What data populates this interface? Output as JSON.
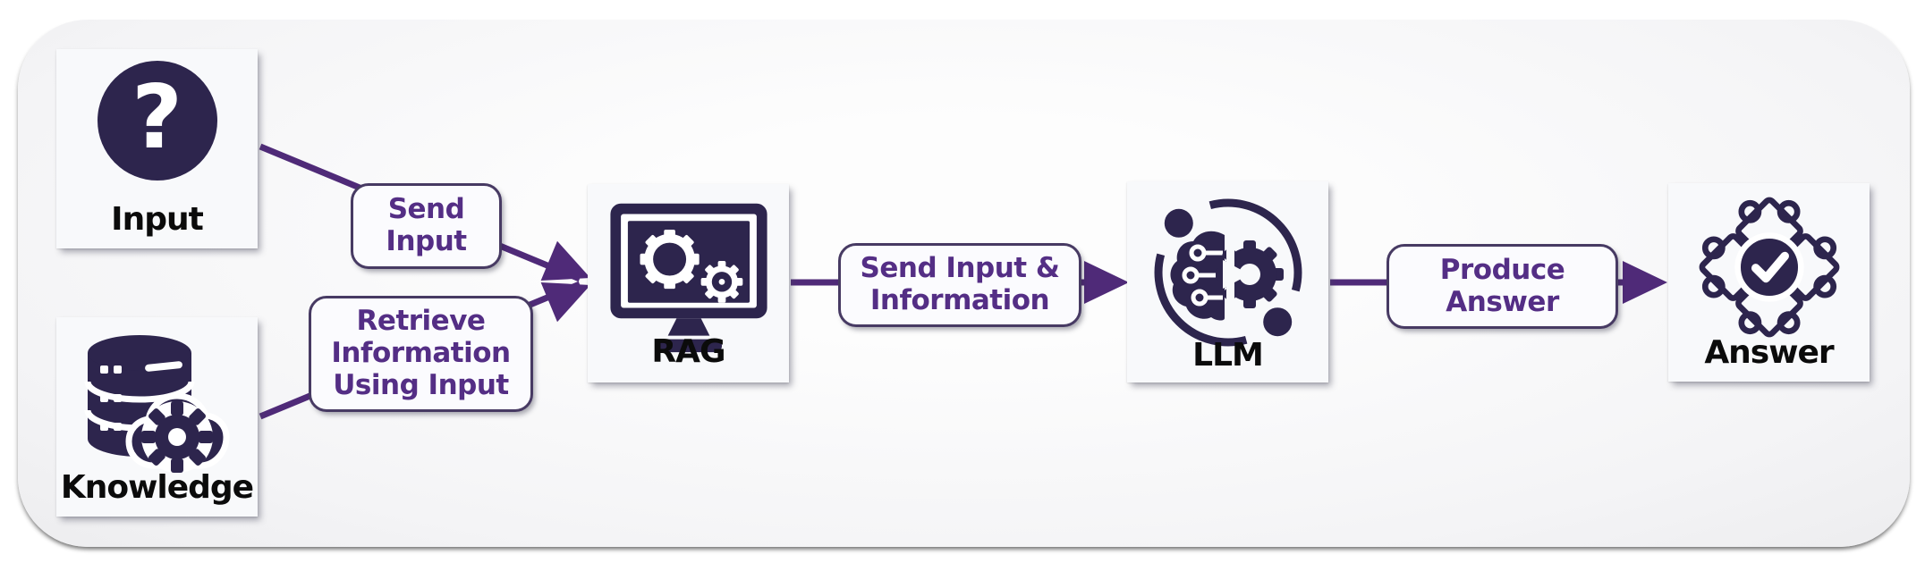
{
  "diagram_title": "RAG pipeline flow",
  "colors": {
    "icon_dark": "#2d254d",
    "arrow_purple": "#4f2a78",
    "label_purple": "#542e85",
    "node_bg": "#f8f9fb",
    "pill_bg": "#fbfbfe",
    "pill_border": "#473a63"
  },
  "nodes": [
    {
      "id": "input",
      "label": "Input",
      "icon": "question-mark-icon"
    },
    {
      "id": "knowledge",
      "label": "Knowledge",
      "icon": "database-gear-icon"
    },
    {
      "id": "rag",
      "label": "RAG",
      "icon": "monitor-gears-icon"
    },
    {
      "id": "llm",
      "label": "LLM",
      "icon": "brain-gear-icon"
    },
    {
      "id": "answer",
      "label": "Answer",
      "icon": "puzzle-check-icon"
    }
  ],
  "edges": [
    {
      "from": "input",
      "to": "rag",
      "label_lines": [
        "Send",
        "Input"
      ]
    },
    {
      "from": "knowledge",
      "to": "rag",
      "label_lines": [
        "Retrieve",
        "Information",
        "Using Input"
      ]
    },
    {
      "from": "rag",
      "to": "llm",
      "label_lines": [
        "Send Input &",
        "Information"
      ]
    },
    {
      "from": "llm",
      "to": "answer",
      "label_lines": [
        "Produce",
        "Answer"
      ]
    }
  ]
}
